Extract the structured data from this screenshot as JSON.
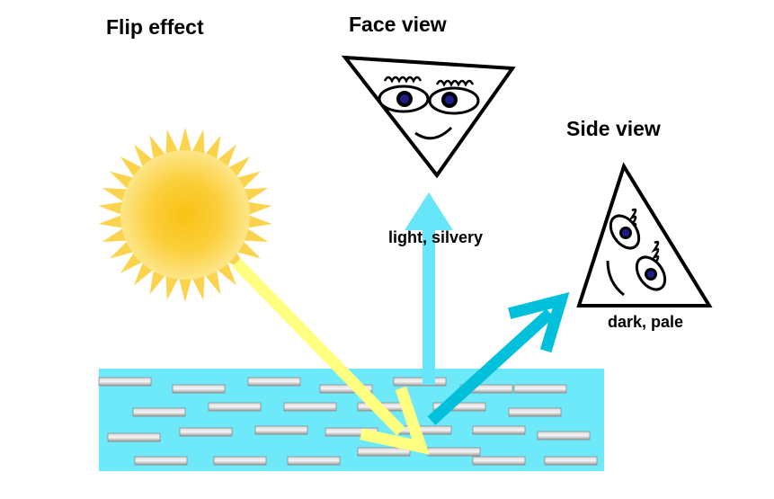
{
  "labels": {
    "flip_effect": "Flip effect",
    "face_view": "Face view",
    "side_view": "Side view",
    "light_silvery": "light, silvery",
    "dark_pale": "dark, pale"
  },
  "colors": {
    "water": "#6ee9f9",
    "flake": "#a9a9a9",
    "sun_core": "#f9c112",
    "sun_edge": "#fde68a",
    "incident_ray": "#ffff80",
    "reflected_vertical": "#66e6f8",
    "reflected_diagonal": "#00c0dc",
    "eye_iris": "#1d1d8c"
  },
  "icons": {
    "sun": "sun-icon",
    "face_view_fish": "face-view-fish-icon",
    "side_view_fish": "side-view-fish-icon"
  }
}
